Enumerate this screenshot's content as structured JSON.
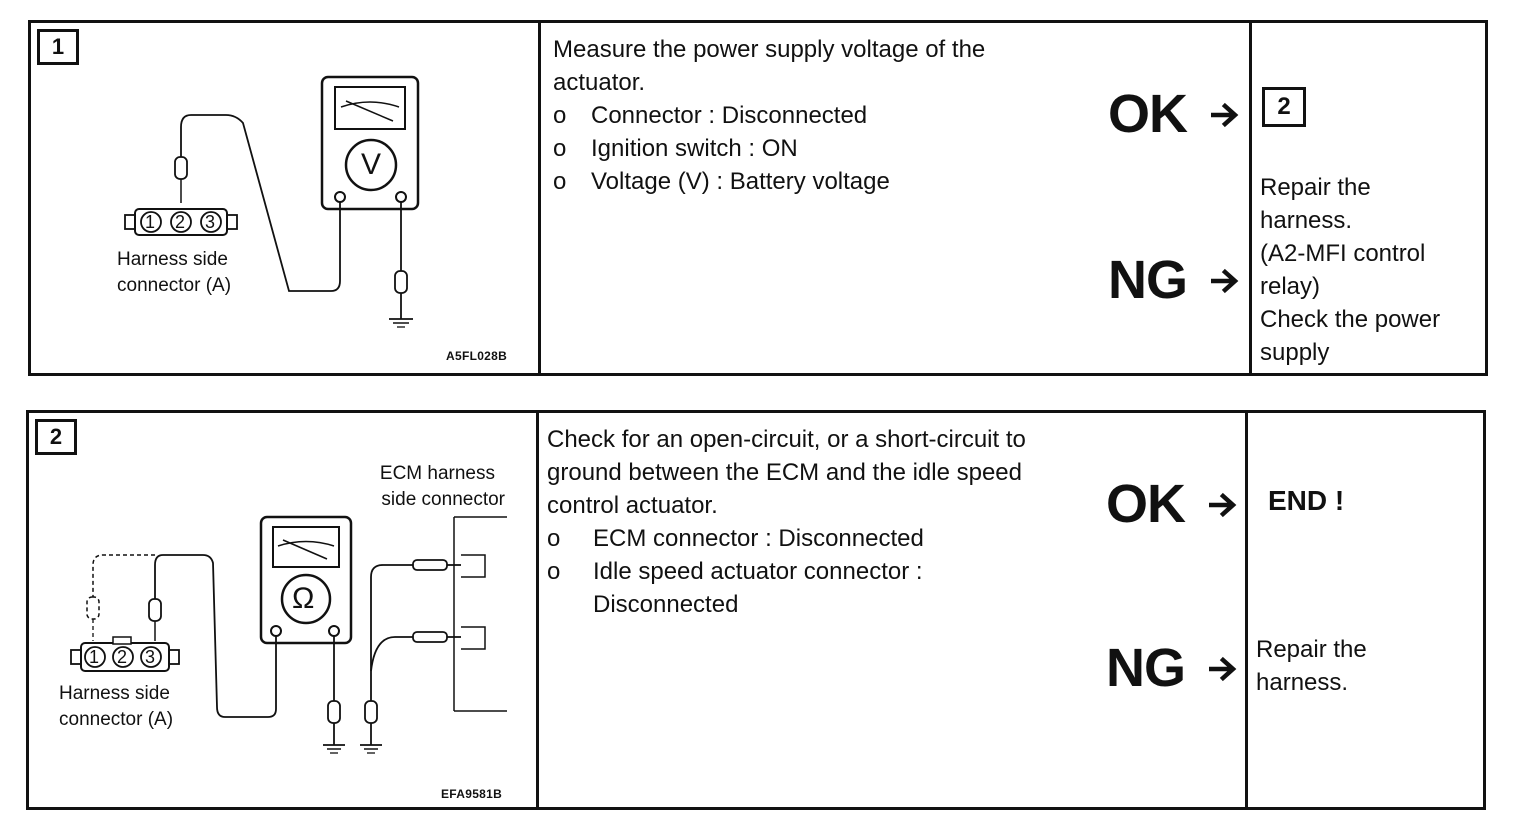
{
  "steps": [
    {
      "number": "1",
      "diagram": {
        "connector_label": [
          "Harness side",
          "connector (A)"
        ],
        "pins": [
          "1",
          "2",
          "3"
        ],
        "meter_symbol": "V",
        "ref_code": "A5FL028B"
      },
      "instruction": {
        "text": [
          "Measure the power supply voltage of the",
          "actuator."
        ],
        "bullets": [
          {
            "mark": "o",
            "lines": [
              "Connector : Disconnected"
            ]
          },
          {
            "mark": "o",
            "lines": [
              "Ignition switch : ON"
            ]
          },
          {
            "mark": "o",
            "lines": [
              "Voltage (V) : Battery voltage"
            ]
          }
        ]
      },
      "ok_label": "OK",
      "ng_label": "NG",
      "ok_result": "2",
      "ng_result": [
        "Repair the",
        "harness.",
        "(A2-MFI control",
        "relay)",
        "Check the power",
        "supply"
      ]
    },
    {
      "number": "2",
      "diagram": {
        "ecm_label": [
          "ECM harness",
          "side connector"
        ],
        "connector_label": [
          "Harness side",
          "connector (A)"
        ],
        "pins": [
          "1",
          "2",
          "3"
        ],
        "meter_symbol": "Ω",
        "ref_code": "EFA9581B"
      },
      "instruction": {
        "text": [
          "Check for an open-circuit, or a short-circuit to",
          "ground between the ECM and the idle speed",
          "control actuator."
        ],
        "bullets": [
          {
            "mark": "o",
            "lines": [
              "ECM connector : Disconnected"
            ]
          },
          {
            "mark": "o",
            "lines": [
              "Idle speed actuator connector :",
              "Disconnected"
            ]
          }
        ]
      },
      "ok_label": "OK",
      "ng_label": "NG",
      "ok_result": "END !",
      "ng_result": [
        "Repair the",
        "harness."
      ]
    }
  ]
}
